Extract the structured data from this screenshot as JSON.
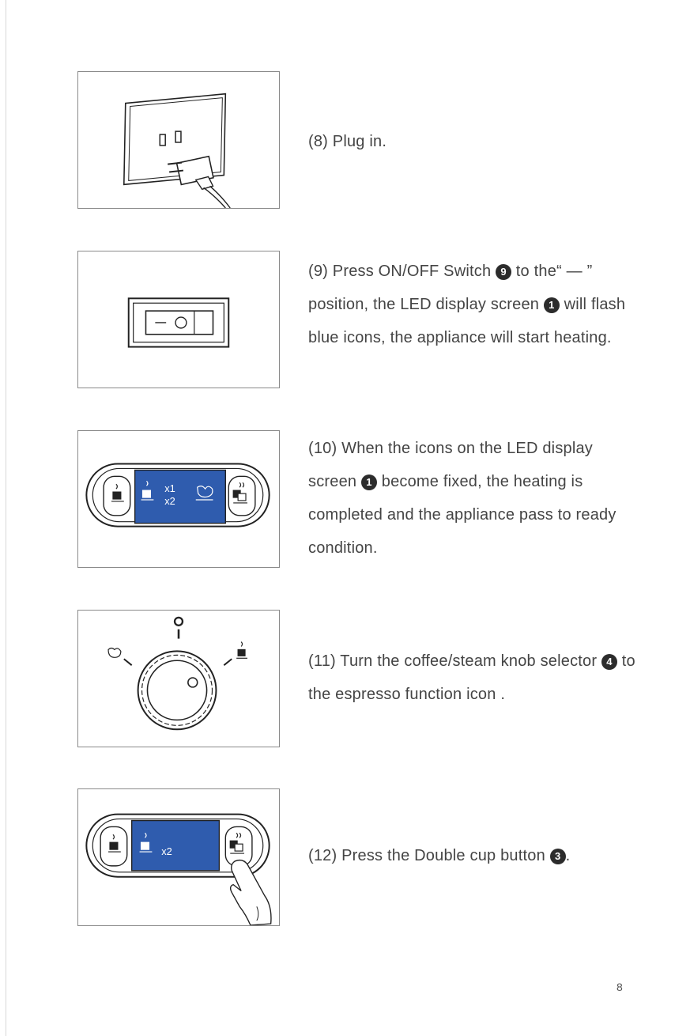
{
  "steps": [
    {
      "id": "8",
      "parts": [
        "(8) Plug in."
      ]
    },
    {
      "id": "9",
      "parts": [
        "(9) Press ON/OFF Switch ",
        "9",
        " to the“ — ” position, the LED display screen ",
        "1",
        " will flash blue icons, the appliance will start heating."
      ]
    },
    {
      "id": "10",
      "parts": [
        "(10) When the icons on the LED display screen ",
        "1",
        " become fixed, the heating is completed and the appliance pass to ready condition."
      ]
    },
    {
      "id": "11",
      "parts": [
        "(11) Turn the coffee/steam knob selector ",
        "4",
        " to the espresso function icon ."
      ]
    },
    {
      "id": "12",
      "parts": [
        "(12) Press the Double cup button ",
        "3",
        "."
      ]
    }
  ],
  "figures": {
    "led_ready": {
      "x1": "x1",
      "x2": "x2"
    },
    "led_double": {
      "x2": "x2"
    }
  },
  "colors": {
    "led_blue": "#2f5cae",
    "line": "#2a2a2a"
  },
  "page_number": "8"
}
